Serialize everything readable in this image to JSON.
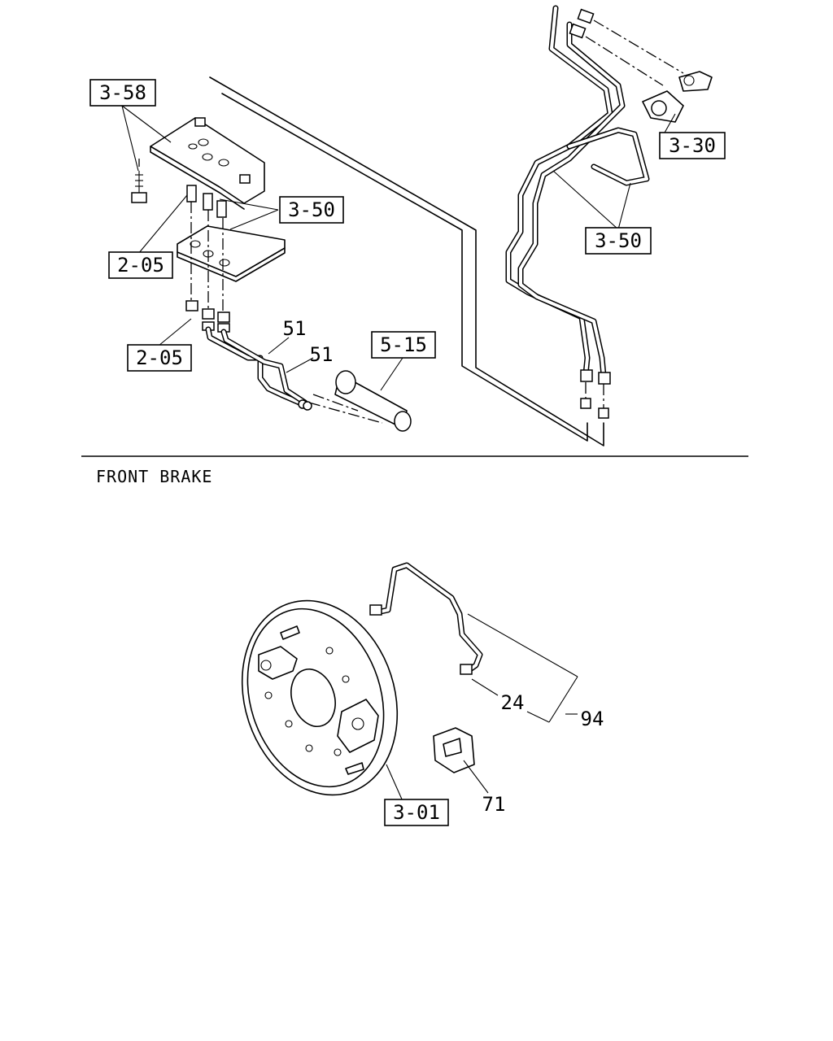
{
  "section_title": "FRONT BRAKE",
  "refs": {
    "r_3_58": "3-58",
    "r_3_50_a": "3-50",
    "r_2_05_a": "2-05",
    "r_2_05_b": "2-05",
    "r_51_a": "51",
    "r_51_b": "51",
    "r_5_15": "5-15",
    "r_3_30": "3-30",
    "r_3_50_b": "3-50",
    "r_24": "24",
    "r_94": "94",
    "r_71": "71",
    "r_3_01": "3-01"
  }
}
